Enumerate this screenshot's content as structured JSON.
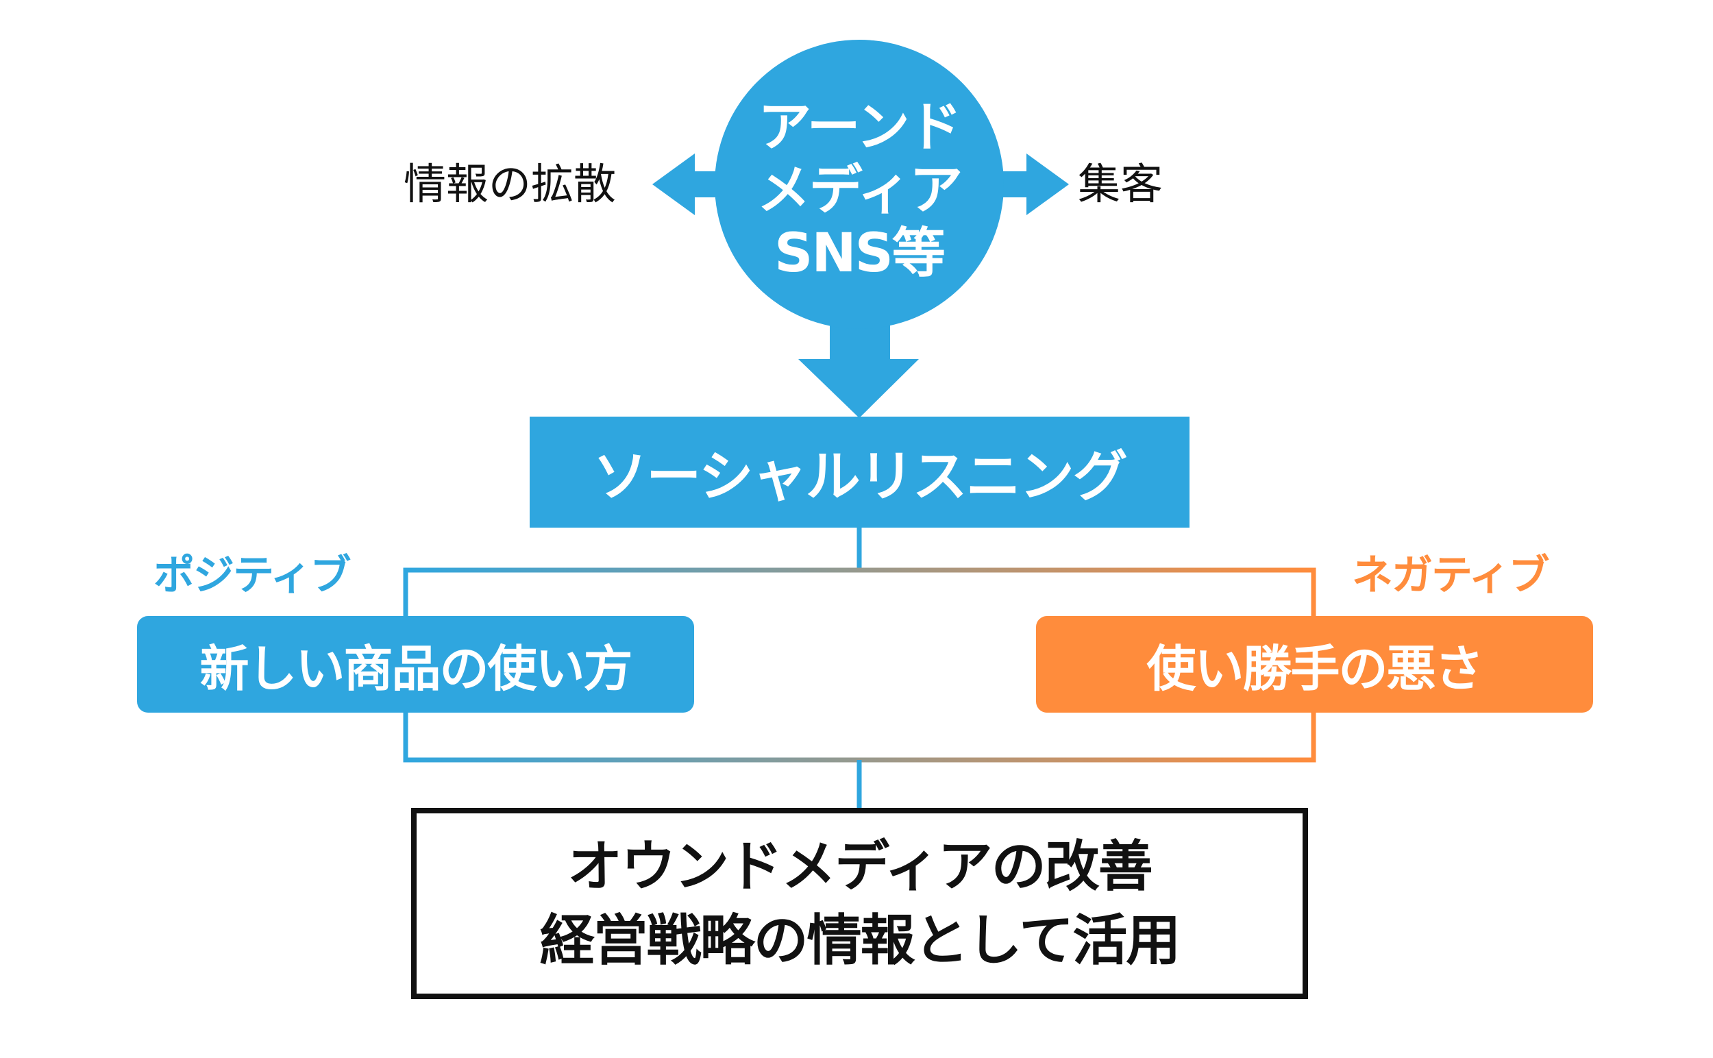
{
  "colors": {
    "blue": "#2fa6df",
    "orange": "#ff8c3c",
    "black": "#111111"
  },
  "hub": {
    "lines": [
      "アーンド",
      "メディア",
      "SNS等"
    ]
  },
  "left_effect": "情報の拡散",
  "right_effect": "集客",
  "process": "ソーシャルリスニング",
  "positive": {
    "tag": "ポジティブ",
    "item": "新しい商品の使い方"
  },
  "negative": {
    "tag": "ネガティブ",
    "item": "使い勝手の悪さ"
  },
  "outcome": {
    "lines": [
      "オウンドメディアの改善",
      "経営戦略の情報として活用"
    ]
  }
}
